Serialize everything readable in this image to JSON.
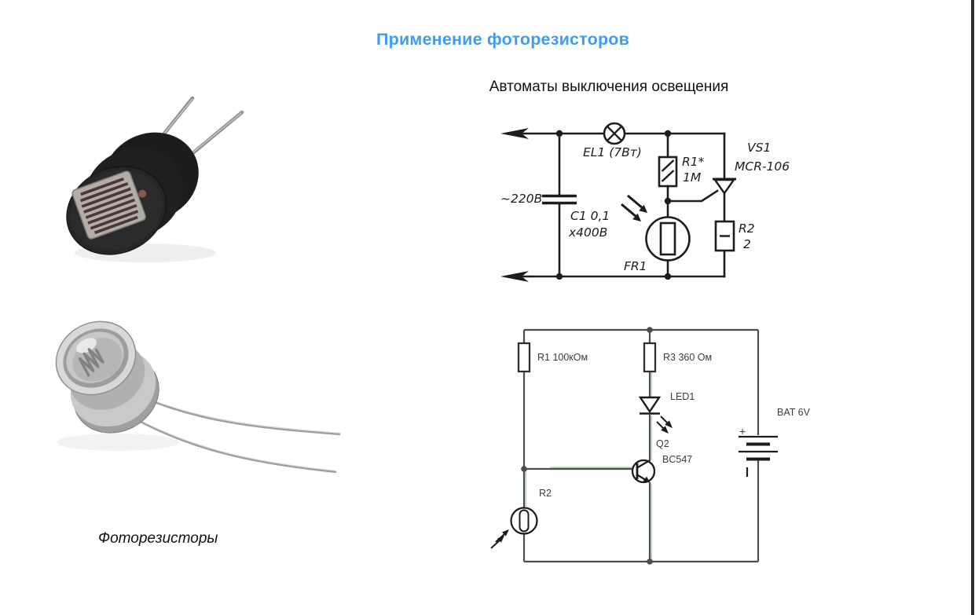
{
  "page": {
    "background": "#ffffff",
    "right_border_color": "#2e2e2e"
  },
  "header": {
    "title": "Применение фоторезисторов",
    "title_color": "#3e9cf6",
    "subtitle": "Автоматы выключения освещения"
  },
  "photos": {
    "caption": "Фоторезисторы"
  },
  "circuit_top": {
    "labels": {
      "lamp": "EL1 (7Вт)",
      "mains_voltage": "~220В",
      "capacitor_line1": "C1 0,1",
      "capacitor_line2": "x400В",
      "r1_ref": "R1*",
      "r1_value": "1M",
      "thyristor_ref": "VS1",
      "thyristor_type": "MCR-106",
      "photoresistor_ref": "FR1",
      "r2_ref": "R2",
      "r2_value": "2"
    }
  },
  "circuit_bottom": {
    "labels": {
      "r1": "R1 100кОм",
      "r3": "R3 360 Ом",
      "led": "LED1",
      "transistor_ref": "Q2",
      "transistor_type": "BC547",
      "battery": "BAT 6V",
      "battery_plus": "+",
      "photoresistor_ref": "R2"
    }
  }
}
